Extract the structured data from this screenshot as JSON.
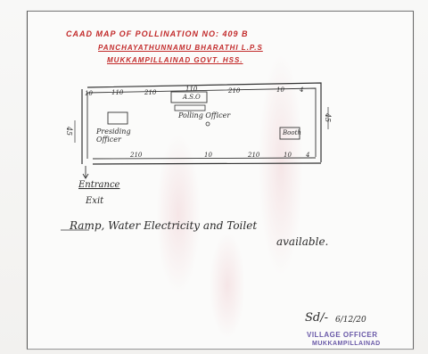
{
  "header": {
    "line1": "CAAD MAP OF POLLINATION NO: 409 B",
    "line2": "PANCHAYATHUNNAMU BHARATHI L.P.S",
    "line3": "MUKKAMPILLAINAD GOVT. HSS."
  },
  "plan": {
    "room_left": "Presiding Officer",
    "room_center": "Polling Officer",
    "room_right": "Booth",
    "top_box": "A.S.O",
    "dims_top": [
      "10",
      "110",
      "210",
      "110",
      "210",
      "10",
      "4"
    ],
    "dims_bottom": [
      "210",
      "10",
      "210",
      "10",
      "4"
    ],
    "dim_left": "45",
    "dim_right": "45",
    "entrance": "Entrance",
    "exit": "Exit"
  },
  "note": {
    "line1": "Ramp, Water Electricity and Toilet",
    "line2": "available."
  },
  "signature": {
    "initials": "Sd/-",
    "date": "6/12/20",
    "stamp_line1": "VILLAGE OFFICER",
    "stamp_line2": "MUKKAMPILLAINAD"
  }
}
